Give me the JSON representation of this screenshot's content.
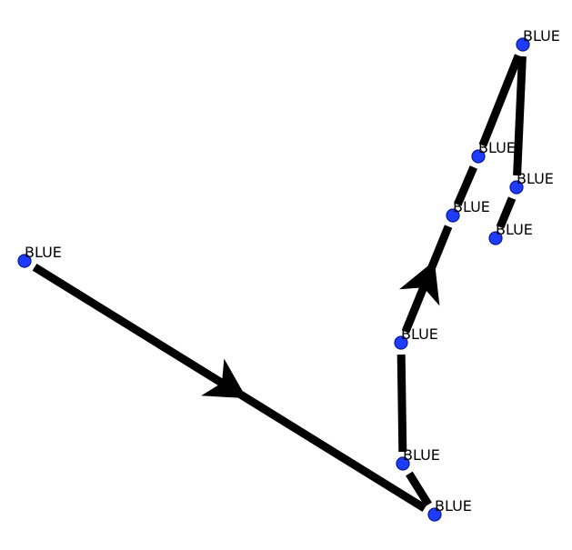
{
  "colors": {
    "background": "#ffffff",
    "edge": "#000000",
    "node_fill": "#1e3cff",
    "node_stroke": "#0b1a8c"
  },
  "graph": {
    "nodes": [
      {
        "id": "n1",
        "label": "BLUE"
      },
      {
        "id": "n2",
        "label": "BLUE"
      },
      {
        "id": "n3",
        "label": "BLUE"
      },
      {
        "id": "n4",
        "label": "BLUE"
      },
      {
        "id": "n5",
        "label": "BLUE"
      },
      {
        "id": "n6",
        "label": "BLUE"
      },
      {
        "id": "n7",
        "label": "BLUE"
      },
      {
        "id": "n8",
        "label": "BLUE"
      },
      {
        "id": "n9",
        "label": "BLUE"
      }
    ],
    "edges": [
      {
        "from": "n1",
        "to": "n2",
        "arrow": true
      },
      {
        "from": "n2",
        "to": "n3",
        "arrow": false
      },
      {
        "from": "n3",
        "to": "n4",
        "arrow": false
      },
      {
        "from": "n4",
        "to": "n5",
        "arrow": true
      },
      {
        "from": "n5",
        "to": "n6",
        "arrow": false
      },
      {
        "from": "n6",
        "to": "n7",
        "arrow": false
      },
      {
        "from": "n7",
        "to": "n8",
        "arrow": false
      },
      {
        "from": "n8",
        "to": "n9",
        "arrow": false
      }
    ]
  }
}
